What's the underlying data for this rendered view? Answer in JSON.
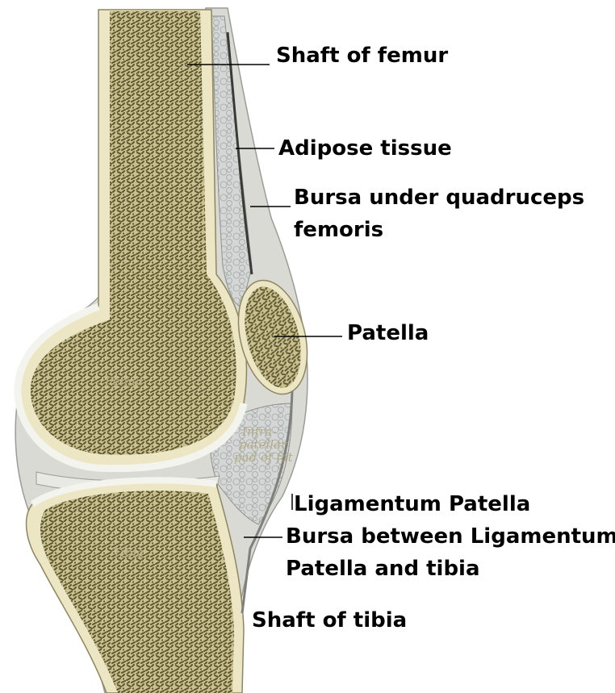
{
  "labels": {
    "shaft_of_femur": "Shaft of femur",
    "adipose_tissue": "Adipose tissue",
    "bursa_quadriceps_line1": "Bursa under quadruceps",
    "bursa_quadriceps_line2": "femoris",
    "patella": "Patella",
    "ligamentum_patella": "Ligamentum Patella",
    "bursa_tibia_line1": "Bursa between Ligamentum",
    "bursa_tibia_line2": "Patella and tibia",
    "shaft_of_tibia": "Shaft of tibia"
  },
  "in_figure_text": {
    "femur": "Femur",
    "tibia": "Tibia",
    "infrapatellar_line1": "Infra-",
    "infrapatellar_line2": "patellar",
    "infrapatellar_line3": "pad of fat"
  },
  "colors": {
    "bone": "#c9c08e",
    "bone_texture": "#5b5632",
    "cortex": "#ece6c4",
    "cartilage": "#f4f4ee",
    "soft_tissue": "#d9dad4",
    "adipose": "#cfd2d0",
    "leader_line": "#000000"
  }
}
